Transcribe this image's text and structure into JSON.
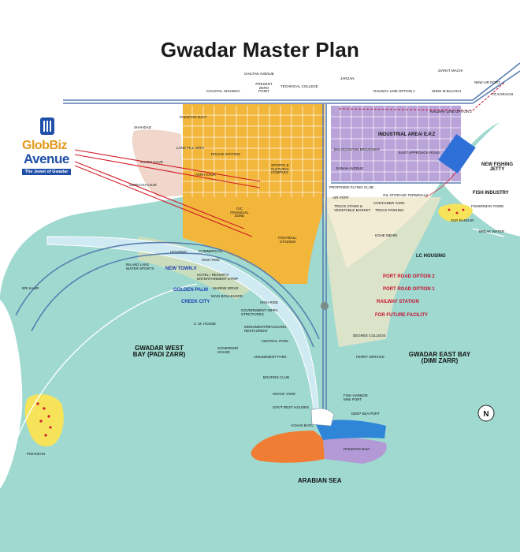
{
  "title": "Gwadar Master Plan",
  "logo": {
    "line1": "GlobBiz",
    "line2": "Avenue",
    "tagline": "The Jewel of Gwadar"
  },
  "compass": "N",
  "colors": {
    "sea": "#9fd9d0",
    "city": "#f2b63b",
    "industrial": "#b9a3d9",
    "plain": "#f0d6cb",
    "road": "#5b7fb0",
    "red_line": "#d11c28",
    "fish_jetty": "#2f6fd8",
    "orange_land": "#f07d33",
    "purple_land": "#b39ad6"
  },
  "labels": {
    "chiltan_avenue": "CHILTAN AVENUE",
    "present_zero_point": "PRESENT ZERO POINT",
    "technical_college": "TECHNICAL COLLEGE",
    "jarzan": "JARZAN",
    "ziarat_machi": "ZIARAT MACHI",
    "coastal_highway": "COASTAL HIGHWAY",
    "railway_option1_top": "RAILWAY LINE OPTION 1",
    "sher_m_baloch": "SHER M BALOCH",
    "new_air_port": "NEW AIR PORT",
    "to_karachi": "TO KARACHI",
    "railway_option2": "RAILWAY LINE OPTION 2",
    "pakistan_navy_top": "PAKISTAN NAVY",
    "shahdad": "SHAHDAD",
    "industrial_area": "INDUSTRIAL AREA/ E.P.Z",
    "land_fill_area": "LAND FILL AREA",
    "police_station": "POLICE STATION",
    "balochistan_broadway": "BALOCHISTAN BROADWAY",
    "east_approach_road": "EAST APPROACH ROAD",
    "chath_kaur": "CHATH KAUR",
    "sports_complex": "SPORTS & CULTURAL COMPLEX",
    "jinnah_avenue": "JINNAH AVENUE",
    "new_fishing_jetty": "NEW FISHING JETTY",
    "akra_kaur": "AKRA KAUR",
    "goricah_kaur": "GORICAH KAUR",
    "fish_industry": "FISH INDUSTRY",
    "flying_club": "PROPOSED FLYING CLUB",
    "oil_storage": "OIL STORAGE TERMINALS",
    "air_port": "AIR PORT",
    "container_yard": "CONTAINER YARD",
    "truck_stand": "TRUCK STAND & VEGETABLE MARKET",
    "truck_parking": "TRUCK PARKING",
    "fisherman_town": "FISHERMAN TOWN",
    "sur_bandar": "SUR BANDAR",
    "break_water": "BREAK WATER",
    "kohe_mehdi": "KOHE MEHDI",
    "financial_zone": "GIC FINANCIAL ZONE",
    "housing": "HOUSING",
    "football_stadium": "FOOTBALL STADIUM",
    "lc_housing": "LC HOUSING",
    "inland_lake": "INLAND LAKE WATER SPORTS",
    "commercial": "COMMERCIAL",
    "high_rise_1": "HIGH RISE",
    "new_town_v": "NEW TOWN.V",
    "hotel_resorts": "HOTEL / RESORTS ENTERTAINMENT STRIP",
    "eri_kaur": "ERI KAUR",
    "marine_drive": "MARINE DRIVE",
    "golden_palm": "GOLDEN PALM",
    "main_boulevard": "MAIN BOULEVARD",
    "port_road_option2": "PORT ROAD OPTION 2",
    "port_road_option1": "PORT ROAD OPTION 1",
    "creek_city": "CREEK CITY",
    "railway_station": "RAILWAY STATION",
    "high_rise_2": "HIGH RISE",
    "govt_infra": "GOVERNMENT INFRA STRICTURES",
    "for_future_facility": "FOR FUTURE FACILITY",
    "cm_house": "C. M. HOUSE",
    "monument": "MONUMENT/REVOLVING RESTAURENT",
    "degree_college": "DEGREE COLLEGE",
    "central_park": "CENTRAL PARK",
    "west_bay": "GWADAR WEST BAY (PADI ZARR)",
    "governor_house": "GOVERNOR HOUSE",
    "east_bay": "GWADAR EAST BAY (DIMI ZARR)",
    "amusement_park": "AMUSEMENT PARK",
    "ferry_service": "FERRY SERVICE",
    "boating_club": "BOATING CLUB",
    "grave_yard": "GRAVE YARD",
    "fish_harbor": "FISH HARBOR MINI PORT",
    "govt_rest_houses": "GOVT REST HOUSES",
    "deep_sea_port": "DEEP SEA PORT",
    "koh_e_batil": "KOH-E-BATIL",
    "pishukan": "PISHUKAN",
    "pakistan_navi": "PAKISTAN NAVI",
    "arabian_sea": "ARABIAN SEA"
  }
}
